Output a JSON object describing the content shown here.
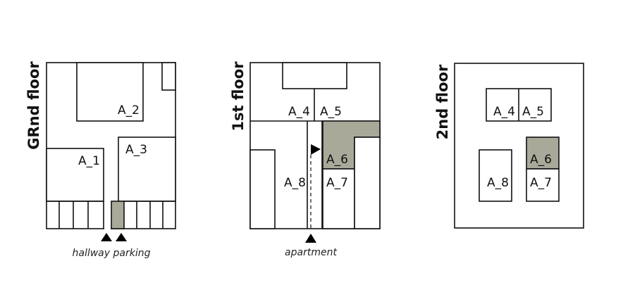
{
  "colors": {
    "highlight": "#a9a99a",
    "line": "#111111"
  },
  "floors": [
    {
      "title": "GRnd floor",
      "units": [
        "A_1",
        "A_2",
        "A_3"
      ],
      "caption": "hallway parking"
    },
    {
      "title": "1st floor",
      "units": [
        "A_4",
        "A_5",
        "A_6",
        "A_7",
        "A_8"
      ],
      "caption": "apartment"
    },
    {
      "title": "2nd floor",
      "units": [
        "A_4",
        "A_5",
        "A_6",
        "A_7",
        "A_8"
      ]
    }
  ]
}
